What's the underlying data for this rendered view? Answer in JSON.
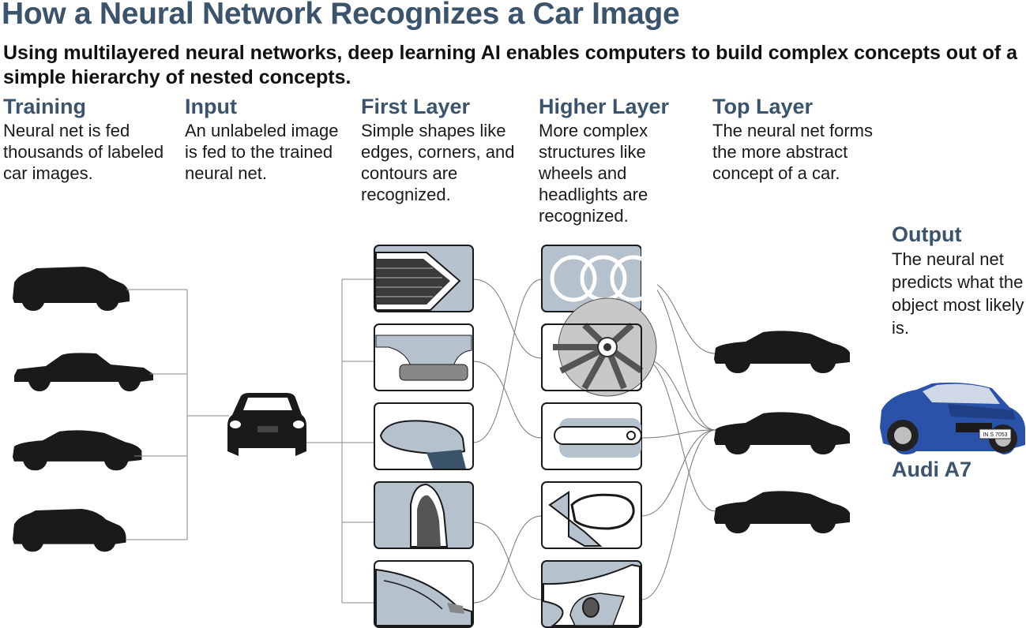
{
  "title": "How a Neural Network Recognizes a Car Image",
  "subtitle": "Using multilayered neural networks, deep learning AI enables computers to build complex concepts out of a simple hierarchy of nested concepts.",
  "columns": [
    {
      "heading": "Training",
      "text": "Neural net is fed thousands of labeled car images."
    },
    {
      "heading": "Input",
      "text": "An unlabeled image is fed to the trained neural net."
    },
    {
      "heading": "First Layer",
      "text": "Simple shapes like edges, corners, and contours are recognized."
    },
    {
      "heading": "Higher Layer",
      "text": "More complex structures like wheels and headlights are recognized."
    },
    {
      "heading": "Top Layer",
      "text": "The neural net forms the more abstract concept of a car."
    }
  ],
  "output": {
    "heading": "Output",
    "text": "The neural net predicts what the object most likely is.",
    "prediction": "Audi A7",
    "plate_text": "IN S 7053"
  },
  "first_layer_tiles": [
    "edge-lines",
    "corner-contour",
    "mirror-shape",
    "fender-curve",
    "windshield-corner"
  ],
  "higher_layer_tiles": [
    "audi-rings",
    "wheel",
    "door-handle",
    "side-mirror",
    "headlight"
  ],
  "colors": {
    "accent": "#3b536b",
    "tile_fill": "#b5c1cd",
    "silhouette": "#1a1a1a",
    "car_blue": "#2a52a8"
  }
}
